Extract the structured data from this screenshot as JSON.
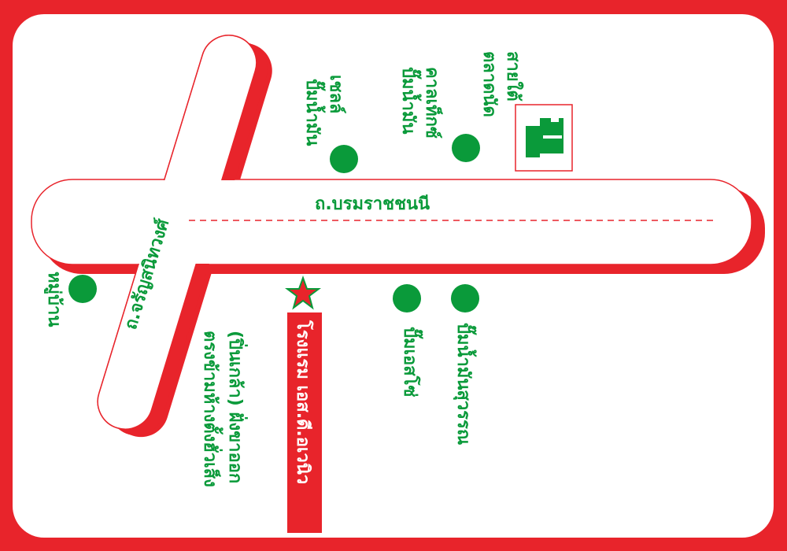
{
  "roads": {
    "main_road": "ถ.บรมราชชนนี",
    "cross_road": "ถ.จรัญสนิทวงศ์"
  },
  "landmarks": {
    "left_bottom": "หมู่บ้าน",
    "top_left_station": [
      "ปั๊มน้ำมัน",
      "เชลล์"
    ],
    "top_mid_station": [
      "ปั๊มน้ำมัน",
      "คาลเท็กซ์"
    ],
    "top_right_market": [
      "ตลาดนัด",
      "สายใต้"
    ],
    "bottom_mid_station": "ปั๊มเอสโซ่",
    "bottom_right_station": "ปั๊มน้ำมันสุวรรณ",
    "hotel": "โรงแรม เอส.ดี.อเวนิว",
    "building_line1": "ตรงข้ามห้างตั้งฮั่วเส็ง",
    "building_line2": "(ปิ่นเกล้า) ฝั่งขาออก"
  },
  "colors": {
    "background": "#e8242b",
    "road_fill": "#ffffff",
    "road_stroke": "#e8242b",
    "label_green": "#0a9a3a",
    "hotel_box": "#e8242b",
    "star": "#e8242b"
  },
  "icons": [
    "market-building-icon",
    "star-marker-icon",
    "green-dot-marker-icon"
  ]
}
